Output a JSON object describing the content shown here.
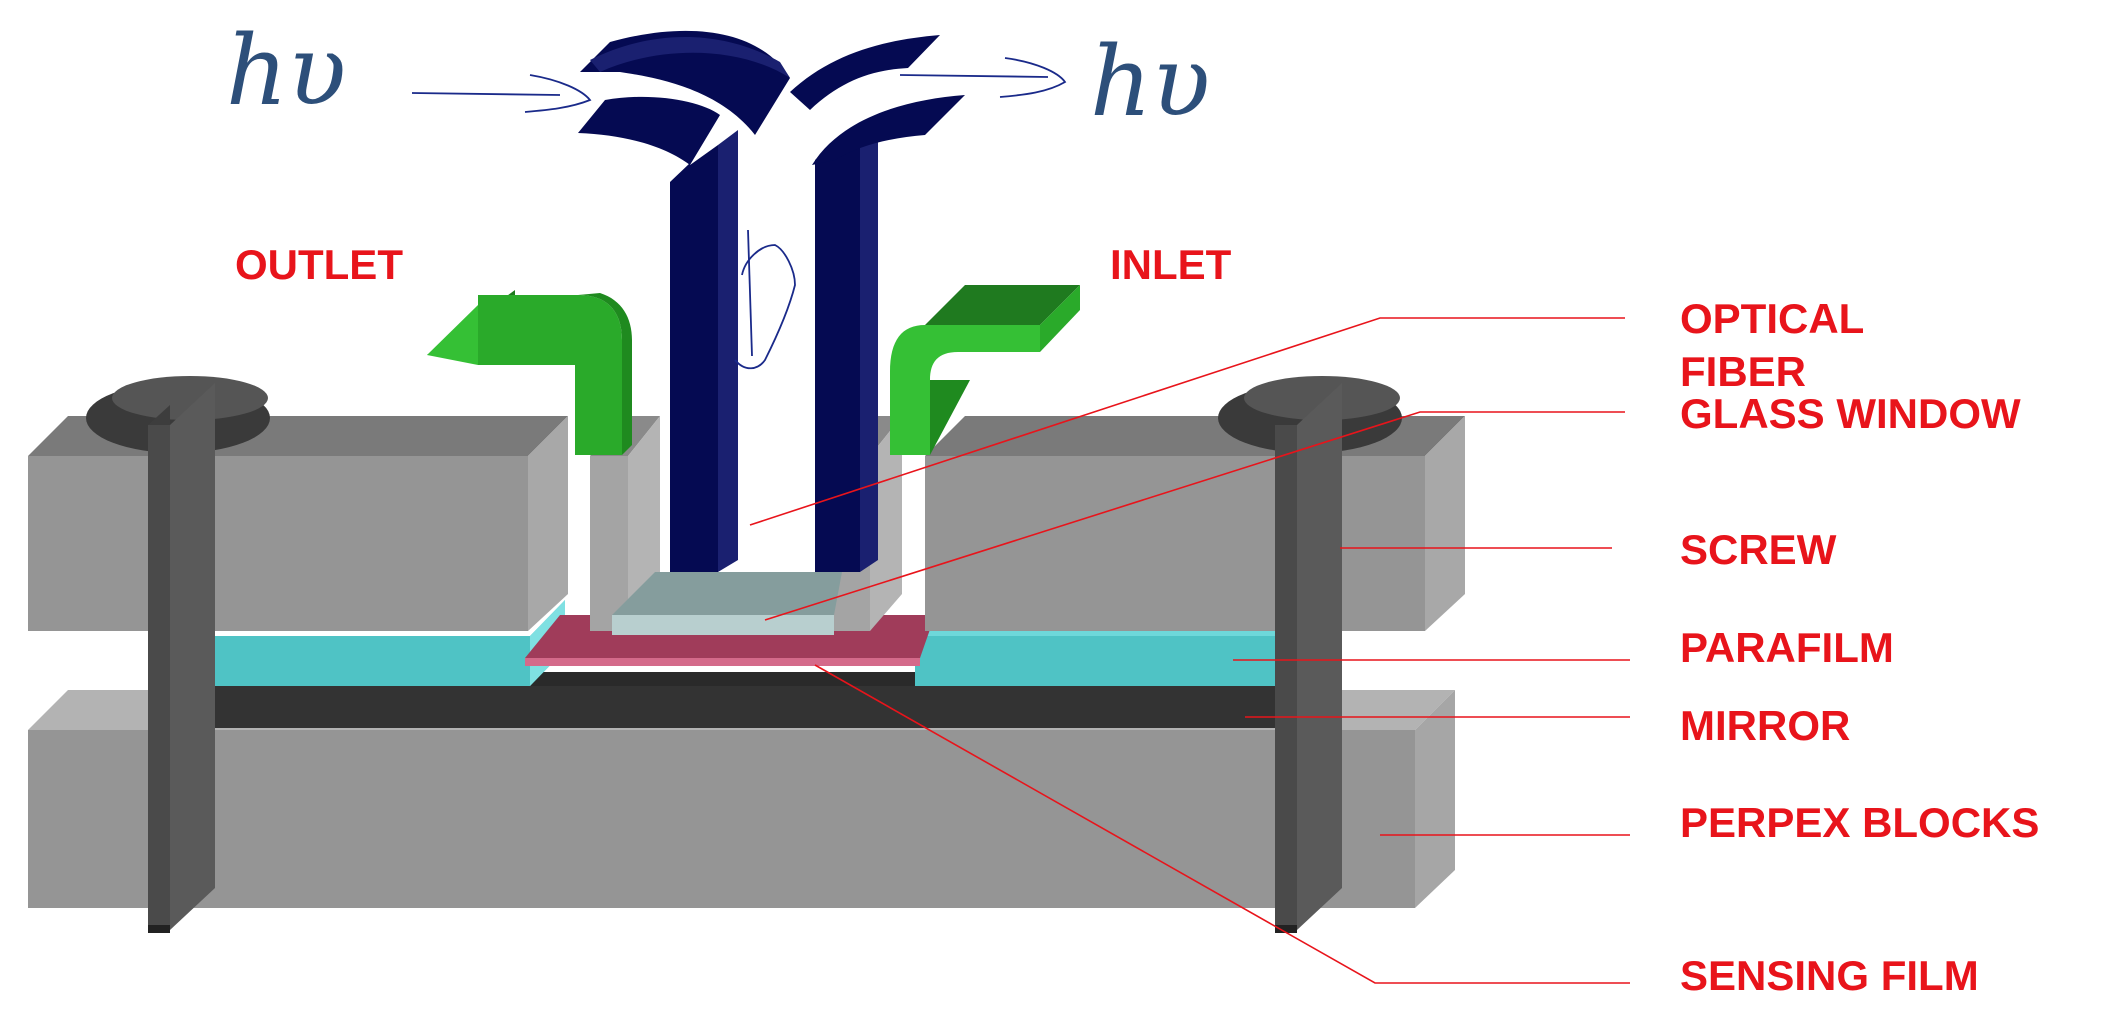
{
  "photon_left": "hυ",
  "photon_right": "hυ",
  "labels": {
    "outlet": "OUTLET",
    "inlet": "INLET",
    "optical_fiber_line1": "OPTICAL",
    "optical_fiber_line2": "FIBER",
    "glass_window": "GLASS WINDOW",
    "screw": "SCREW",
    "parafilm": "PARAFILM",
    "mirror": "MIRROR",
    "perpex_blocks": "PERPEX BLOCKS",
    "sensing_film": "SENSING FILM"
  },
  "colors": {
    "label_red": "#e8141b",
    "fiber_navy": "#050a52",
    "arrow_green": "#2aaa2a",
    "block_gray": "#959595",
    "parafilm_cyan": "#4fc3c5",
    "sensing_pink": "#a03c5a",
    "mirror_dark": "#333333",
    "screw_dark": "#4a4a4a"
  }
}
